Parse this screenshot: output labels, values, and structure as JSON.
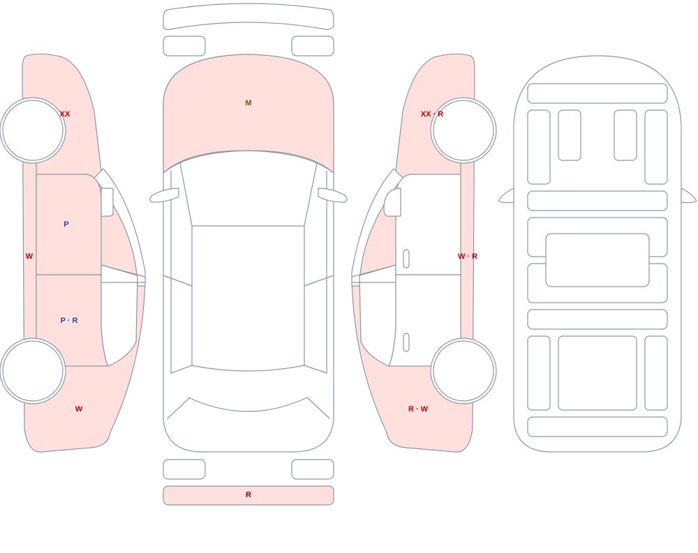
{
  "colors": {
    "damage_fill": "#ffe0dd",
    "outline": "#8a96a8",
    "label_red": "#c00000",
    "label_blue": "#1a4aa8",
    "label_brown": "#8a4a10",
    "label_dark_red": "#8a0000"
  },
  "marks": {
    "left_front_fender": "XX",
    "left_rocker": "W",
    "left_front_door": "P",
    "left_rear_door": "P · R",
    "left_rear_quarter": "W",
    "hood": "M",
    "rear_bumper": "R",
    "right_front_fender": "XX · R",
    "right_rocker": "W · R",
    "right_rear_quarter": "R · W"
  }
}
